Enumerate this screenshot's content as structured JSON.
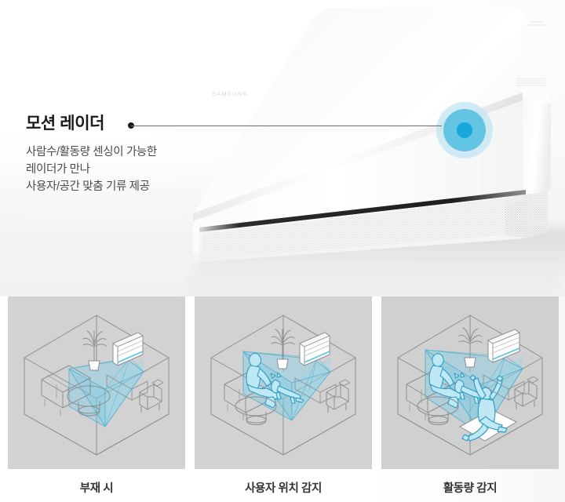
{
  "product": {
    "brand_logo": "SAMSUNG",
    "alt": "wall-mounted air conditioner"
  },
  "callout": {
    "title": "모션 레이더",
    "lines": [
      "사람수/활동량 센싱이 가능한",
      "레이더가 만나",
      "사용자/공간 맞춤 기류 제공"
    ],
    "marker_dot": "leader-dot"
  },
  "radar": {
    "outer_color": "#bfe4f2",
    "mid_color": "#63c4e4",
    "core_color": "#16a7dd"
  },
  "panels": [
    {
      "id": "absence",
      "caption": "부재 시",
      "bg": "#d2d2d2",
      "beam_color": "#6ecbe8",
      "people": 0,
      "pets": 0
    },
    {
      "id": "user-position",
      "caption": "사용자 위치 감지",
      "bg": "#d2d2d2",
      "beam_color": "#6ecbe8",
      "people": 1,
      "pets": 1
    },
    {
      "id": "activity-level",
      "caption": "활동량 감지",
      "bg": "#d0d0d0",
      "beam_color": "#6ecbe8",
      "people": 2,
      "pets": 1
    }
  ],
  "theme": {
    "accent": "#16a7dd",
    "beam": "#6ecbe8",
    "panel_bg": "#d2d2d2",
    "text_dark": "#1a1a1a",
    "text_body": "#4a4a4a",
    "caption": "#333333",
    "line": "#6d6d6d"
  }
}
